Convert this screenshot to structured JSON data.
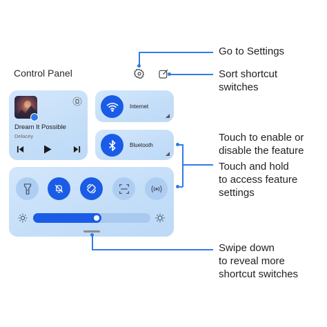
{
  "panel": {
    "title": "Control Panel",
    "settings_icon": "gear-icon",
    "sort_icon": "edit-square-icon"
  },
  "media": {
    "song_title": "Dream It Possible",
    "artist": "Delacey",
    "controls": [
      "previous-icon",
      "play-icon",
      "next-icon"
    ]
  },
  "tiles": {
    "internet": {
      "label": "Internet",
      "icon": "wifi-icon",
      "active": true
    },
    "bluetooth": {
      "label": "Bluetooth",
      "icon": "bluetooth-icon",
      "active": true
    }
  },
  "shortcuts": [
    {
      "name": "flashlight",
      "icon": "flashlight-icon",
      "active": false
    },
    {
      "name": "mute",
      "icon": "bell-off-icon",
      "active": true
    },
    {
      "name": "auto-rotate",
      "icon": "rotate-icon",
      "active": true
    },
    {
      "name": "scan",
      "icon": "scan-icon",
      "active": false
    },
    {
      "name": "wireless-projection",
      "icon": "wireless-icon",
      "active": false
    }
  ],
  "brightness": {
    "level": 0.58
  },
  "annotations": {
    "go_to_settings": [
      "Go to Settings"
    ],
    "sort_shortcut": [
      "Sort shortcut",
      "switches"
    ],
    "touch_enable": [
      "Touch to enable or",
      "disable the feature"
    ],
    "touch_hold": [
      "Touch and hold",
      "to access feature",
      "settings"
    ],
    "swipe_down": [
      "Swipe down",
      "to reveal more",
      "shortcut switches"
    ]
  },
  "colors": {
    "accent": "#1a5ce6",
    "card": "#c4def8",
    "annotation": "#2f7be6"
  }
}
